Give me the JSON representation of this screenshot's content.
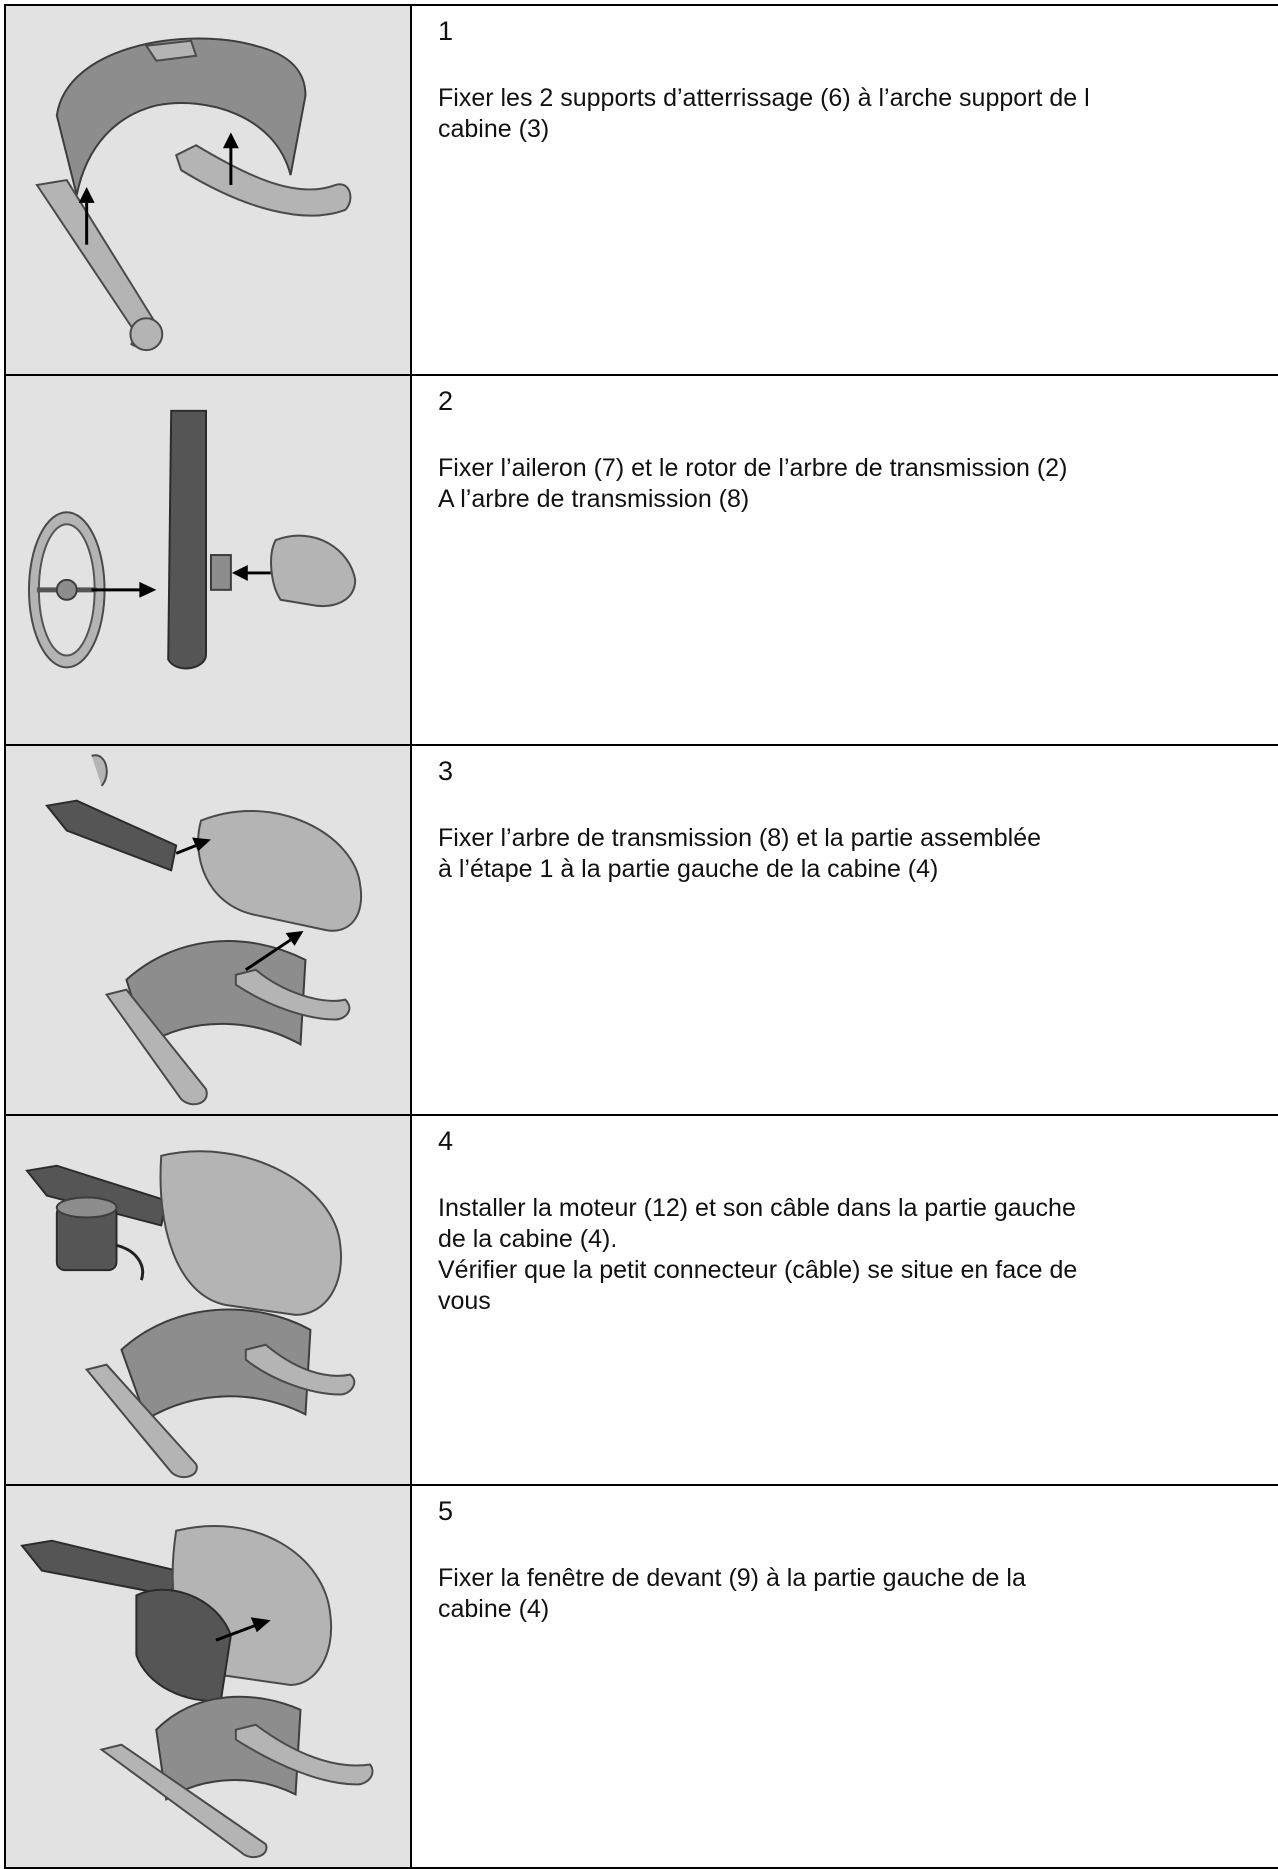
{
  "steps": [
    {
      "number": "1",
      "text": "Fixer les 2 supports d’atterrissage (6) à l’arche support de l\ncabine (3)",
      "illustration": "skids-and-cabin-arch"
    },
    {
      "number": "2",
      "text": "Fixer l’aileron (7) et le rotor de l’arbre de transmission (2)\nA l’arbre de transmission (8)",
      "illustration": "tail-rotor-and-fin"
    },
    {
      "number": "3",
      "text": "Fixer l’arbre de transmission (8) et la partie assemblée\nà l’étape 1 à la partie gauche de la cabine (4)",
      "illustration": "tail-boom-to-cabin"
    },
    {
      "number": "4",
      "text": "Installer la moteur (12) et son câble dans la partie gauche\nde la cabine (4).\nVérifier que la petit connecteur (câble) se situe en face de\nvous",
      "illustration": "motor-in-cabin"
    },
    {
      "number": "5",
      "text": "Fixer la fenêtre de devant (9) à la partie gauche de la\ncabine (4)",
      "illustration": "front-window"
    }
  ]
}
